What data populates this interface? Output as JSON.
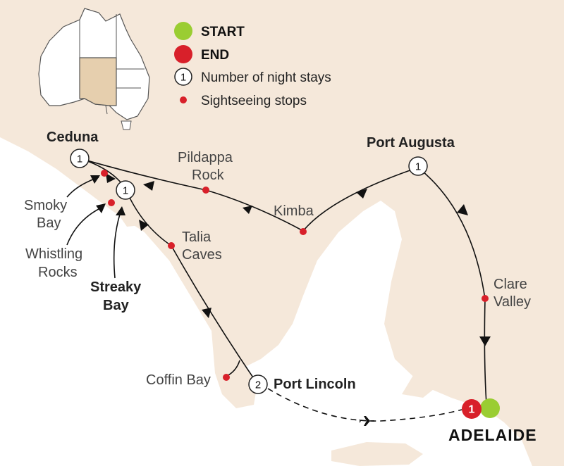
{
  "colors": {
    "land": "#f5e8da",
    "sea": "#ffffff",
    "route": "#111111",
    "start": "#9acd32",
    "end": "#d8202a",
    "stop": "#d8202a",
    "highlight_state": "#e6cfae"
  },
  "legend": {
    "start": "START",
    "end": "END",
    "stays_sample": "1",
    "stays": "Number of night stays",
    "sightseeing": "Sightseeing stops"
  },
  "places": {
    "ceduna": "Ceduna",
    "port_augusta": "Port Augusta",
    "pildappa_line1": "Pildappa",
    "pildappa_line2": "Rock",
    "kimba": "Kimba",
    "smoky_line1": "Smoky",
    "smoky_line2": "Bay",
    "whistling_line1": "Whistling",
    "whistling_line2": "Rocks",
    "streaky_line1": "Streaky",
    "streaky_line2": "Bay",
    "talia_line1": "Talia",
    "talia_line2": "Caves",
    "clare_line1": "Clare",
    "clare_line2": "Valley",
    "coffin_bay": "Coffin Bay",
    "port_lincoln": "Port Lincoln",
    "adelaide": "ADELAIDE"
  },
  "stays": {
    "ceduna": "1",
    "streaky_bay": "1",
    "port_augusta": "1",
    "port_lincoln": "2",
    "adelaide": "1"
  },
  "icons": {
    "flight": "airplane-icon"
  }
}
